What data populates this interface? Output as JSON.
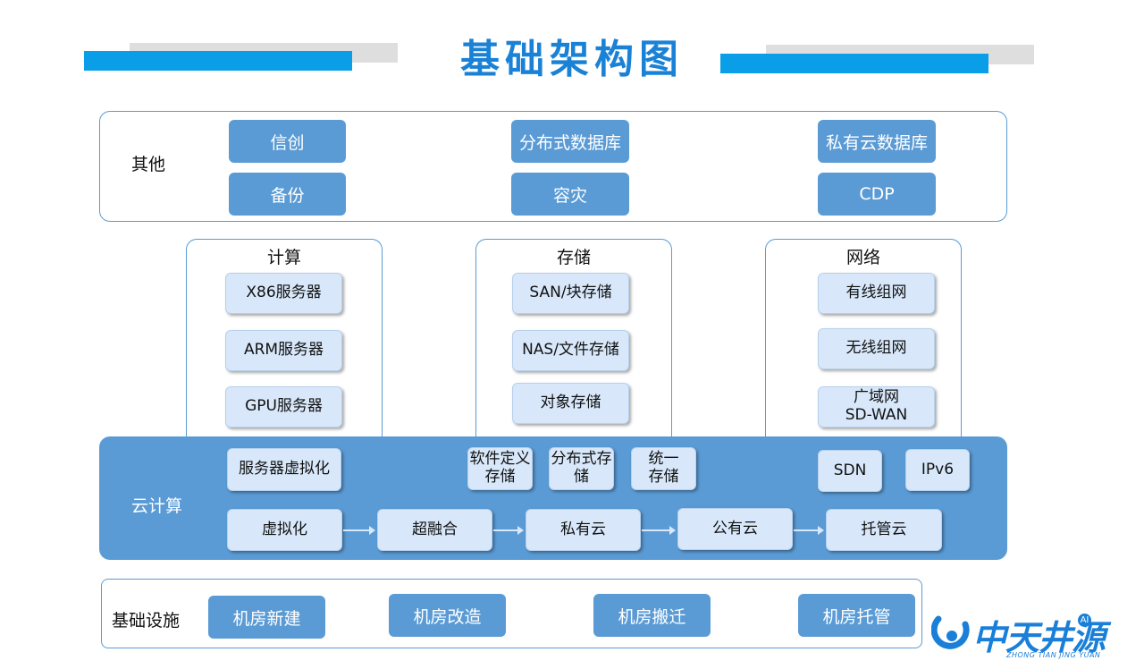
{
  "title": "基础架构图",
  "colors": {
    "accent": "#1a82d6",
    "box": "#5b9bd5",
    "light_box": "#d8e8fa"
  },
  "other": {
    "label": "其他",
    "items": [
      "信创",
      "备份",
      "分布式数据库",
      "容灾",
      "私有云数据库",
      "CDP"
    ]
  },
  "compute": {
    "label": "计算",
    "items": [
      "X86服务器",
      "ARM服务器",
      "GPU服务器"
    ]
  },
  "storage": {
    "label": "存储",
    "items": [
      "SAN/块存储",
      "NAS/文件存储",
      "对象存储"
    ]
  },
  "network": {
    "label": "网络",
    "items": [
      "有线组网",
      "无线组网",
      "广域网\nSD-WAN"
    ]
  },
  "cloud": {
    "label": "云计算",
    "top_items": [
      "服务器虚拟化",
      "软件定义\n存储",
      "分布式存\n储",
      "统一\n存储",
      "SDN",
      "IPv6"
    ],
    "flow": [
      "虚拟化",
      "超融合",
      "私有云",
      "公有云",
      "托管云"
    ]
  },
  "infra": {
    "label": "基础设施",
    "items": [
      "机房新建",
      "机房改造",
      "机房搬迁",
      "机房托管"
    ]
  },
  "logo": {
    "name": "中天井源",
    "badge": "AI",
    "subtitle": "ZHONG TIAN JING YUAN"
  }
}
